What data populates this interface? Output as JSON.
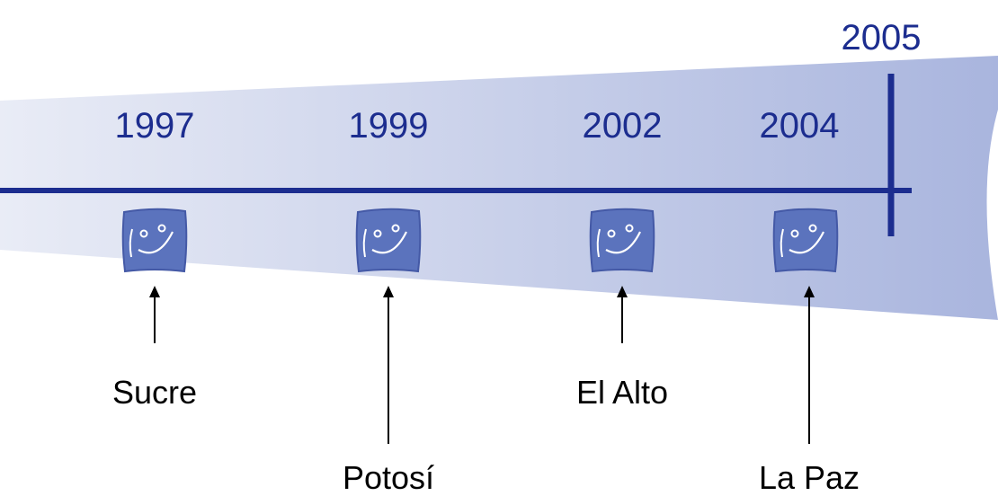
{
  "colors": {
    "timeline": "#1c2d8f",
    "year_text": "#1c2d8f",
    "band_light": "#e9ecf6",
    "band_dark": "#a9b5de",
    "badge_fill": "#5b73bd",
    "badge_stroke": "#4459a6",
    "arrow": "#000000"
  },
  "final_year": "2005",
  "events": [
    {
      "year": "1997",
      "city": "Sucre",
      "icon": "smiley-face-icon"
    },
    {
      "year": "1999",
      "city": "Potosí",
      "icon": "smiley-face-icon"
    },
    {
      "year": "2002",
      "city": "El Alto",
      "icon": "smiley-face-icon"
    },
    {
      "year": "2004",
      "city": "La Paz",
      "icon": "smiley-face-icon"
    }
  ]
}
